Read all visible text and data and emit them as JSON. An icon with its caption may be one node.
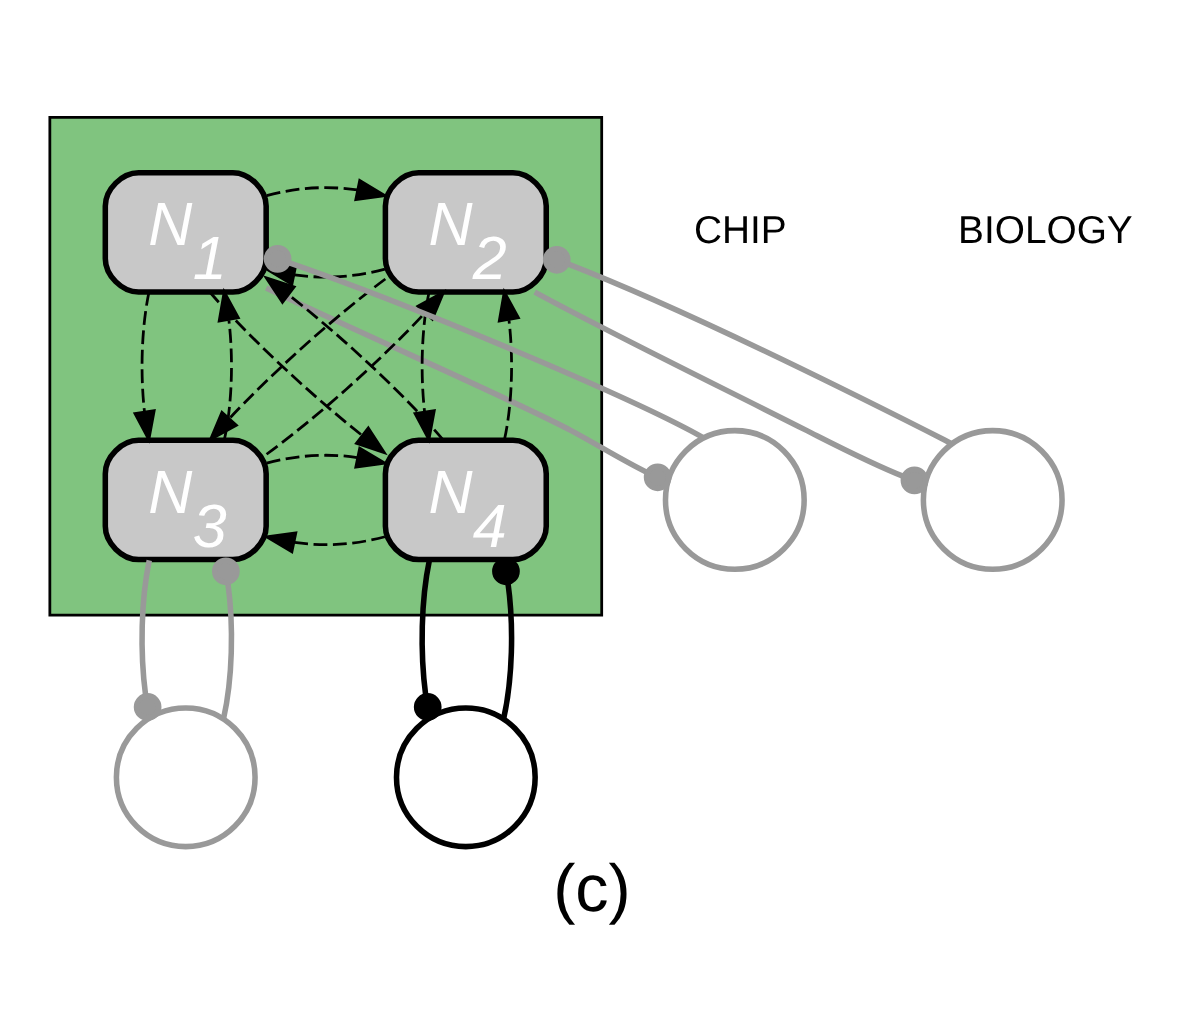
{
  "diagram": {
    "caption": "(c)",
    "nodes": [
      {
        "text": [],
        "shape": "box"
      },
      {
        "text": [
          "N$_{1}$"
        ],
        "in": 0
      },
      {
        "text": [
          "N$_{2}$"
        ],
        "in": 0
      },
      {
        "text": [
          "N$_{3}$"
        ],
        "in": 0
      },
      {
        "text": [
          "N$_{4}$"
        ],
        "in": 0
      },
      {
        "text": [],
        "shape": "circle"
      },
      {
        "text": [],
        "shape": "circle"
      },
      {
        "text": [],
        "shape": "circle"
      },
      {
        "text": [],
        "shape": "circle"
      }
    ],
    "edges": [
      {
        "from": 2,
        "to": 1,
        "arrow": "to",
        "style": "dashed"
      },
      {
        "from": 1,
        "to": 2,
        "arrow": "to",
        "style": "dashed"
      },
      {
        "from": 3,
        "to": 1,
        "arrow": "to",
        "style": "dashed"
      },
      {
        "from": 1,
        "to": 3,
        "arrow": "to",
        "style": "dashed"
      },
      {
        "from": 4,
        "to": 2,
        "arrow": "to",
        "style": "dashed"
      },
      {
        "from": 2,
        "to": 4,
        "arrow": "to",
        "style": "dashed"
      },
      {
        "from": 4,
        "to": 3,
        "arrow": "to",
        "style": "dashed"
      },
      {
        "from": 3,
        "to": 4,
        "arrow": "to",
        "style": "dashed"
      },
      {
        "from": 1,
        "to": 4,
        "arrow": "to",
        "style": "dashed"
      },
      {
        "from": 4,
        "to": 1,
        "arrow": "to",
        "style": "dashed"
      },
      {
        "from": 2,
        "to": 3,
        "arrow": "to",
        "style": "dashed"
      },
      {
        "from": 3,
        "to": 2,
        "arrow": "to",
        "style": "dashed"
      },
      {
        "from": 5,
        "to": 1,
        "arrow": "other",
        "color": "#999999"
      },
      {
        "from": 1,
        "to": 5,
        "arrow": "other",
        "color": "#999999"
      },
      {
        "from": 6,
        "to": 2,
        "arrow": "other",
        "color": "#999999"
      },
      {
        "from": 2,
        "to": 6,
        "arrow": "other",
        "color": "#999999"
      },
      {
        "from": 7,
        "to": 3,
        "arrow": "other",
        "color": "#999999"
      },
      {
        "from": 3,
        "to": 7,
        "arrow": "other",
        "color": "#999999"
      },
      {
        "from": 8,
        "to": 4,
        "arrow": "other"
      },
      {
        "from": 4,
        "to": 8,
        "arrow": "other"
      }
    ],
    "labels": [
      "CHIP",
      "BIOLOGY"
    ]
  }
}
